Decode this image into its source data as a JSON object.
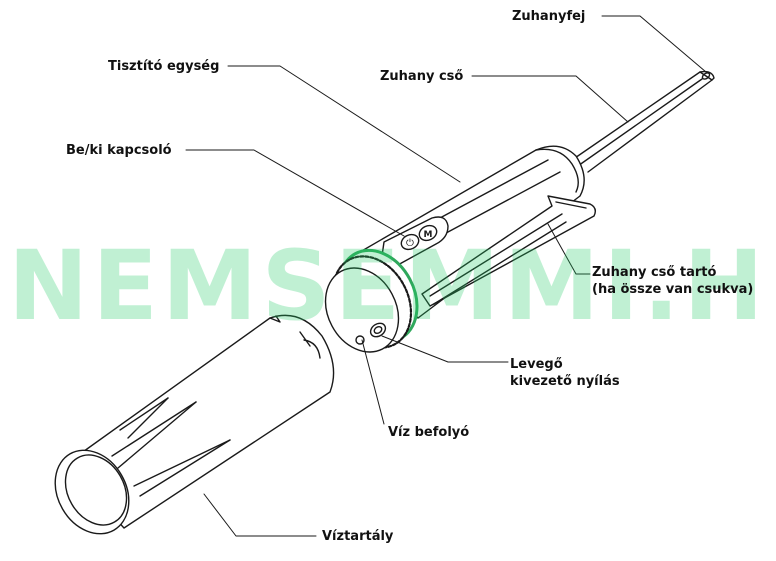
{
  "labels": {
    "zuhanyfej": "Zuhanyfej",
    "zuhany_cso": "Zuhany cső",
    "tisztito_egyseg": "Tisztító egység",
    "beki_kapcsolo": "Be/ki kapcsoló",
    "zuhany_cso_tarto": "Zuhany cső tartó",
    "zuhany_cso_tarto_note": "(ha össze van csukva)",
    "levego_line1": "Levegő",
    "levego_line2": "kivezető nyílás",
    "viz_befolyo": "Víz befolyó",
    "viztartaly": "Víztartály"
  },
  "button_symbols": {
    "power": "⏻",
    "mode": "M"
  },
  "watermark": "NEMSEMMI.HU",
  "colors": {
    "outline": "#1a1a1a",
    "ring_accent": "#2fa85c",
    "watermark": "#22cc66"
  }
}
